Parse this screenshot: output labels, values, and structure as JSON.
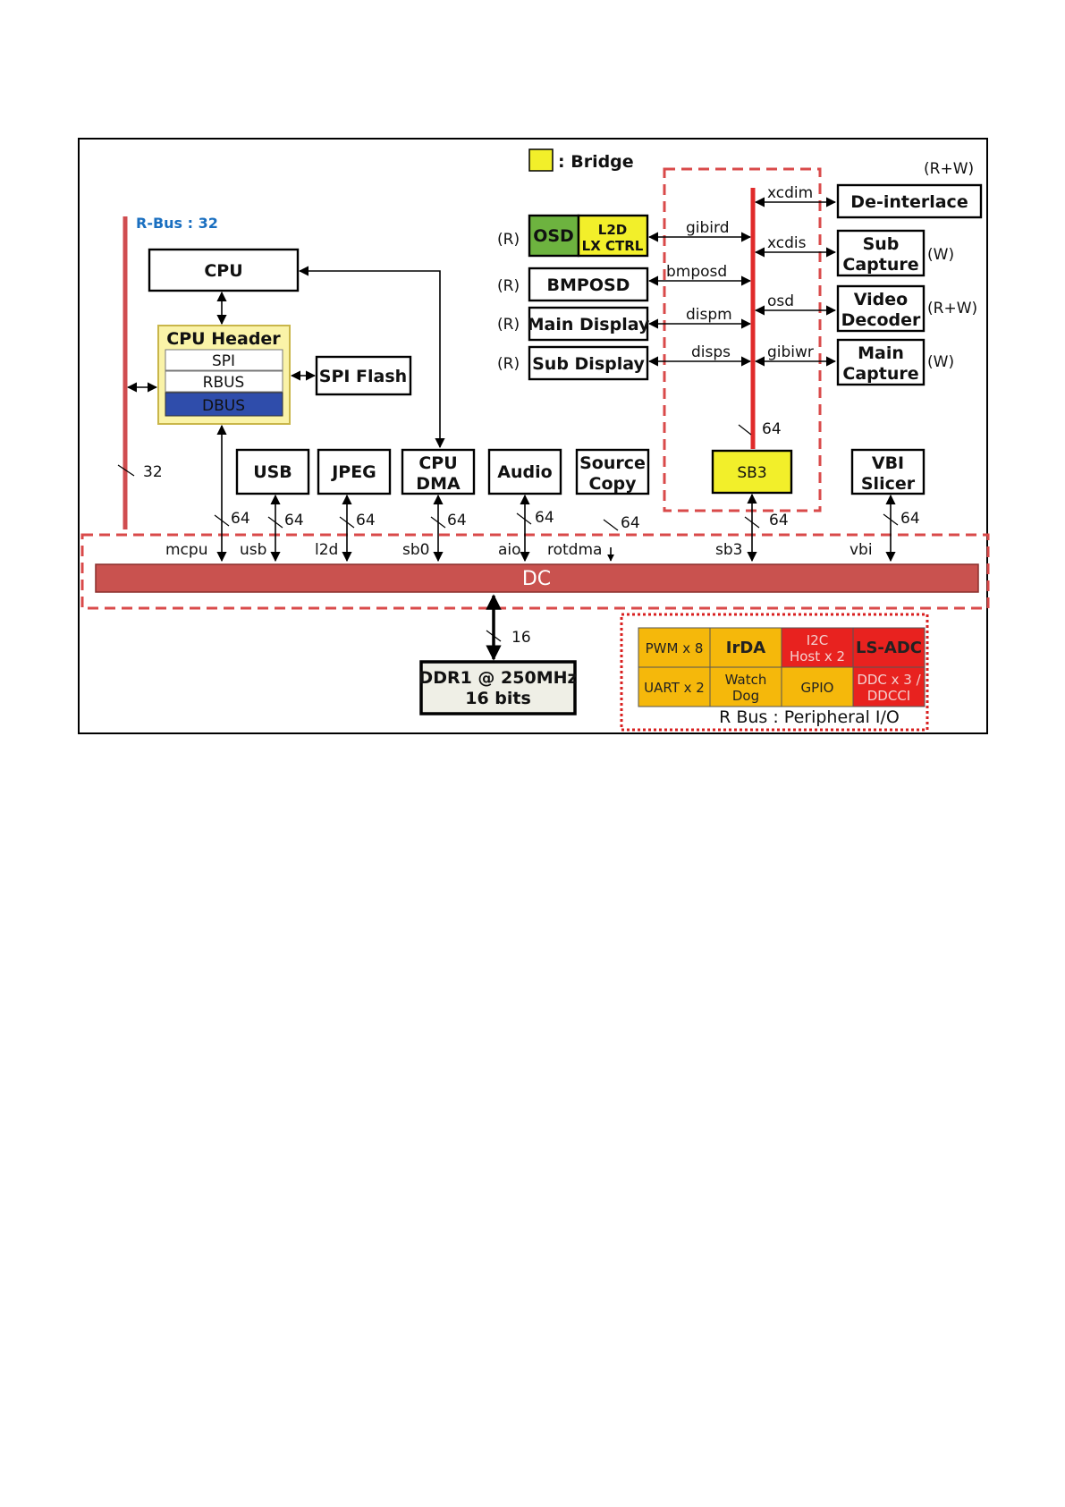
{
  "legend": {
    "label": ": Bridge",
    "color": "#f2ef2a"
  },
  "rbus": {
    "label": "R-Bus : 32",
    "width": "32",
    "color": "#d04d50",
    "label_color": "#1a6fc0"
  },
  "cpu": {
    "label": "CPU"
  },
  "cpu_header": {
    "title": "CPU Header",
    "rows": [
      "SPI",
      "RBUS",
      "DBUS"
    ]
  },
  "spi_flash": {
    "label": "SPI Flash"
  },
  "left_display": {
    "osd": "OSD",
    "l2d_line1": "L2D",
    "l2d_line2": "LX CTRL",
    "bmposd": "BMPOSD",
    "main_display": "Main Display",
    "sub_display": "Sub Display",
    "access_tags": [
      "(R)",
      "(R)",
      "(R)",
      "(R)"
    ],
    "signals": [
      "gibird",
      "bmposd",
      "dispm",
      "disps"
    ]
  },
  "right_display": {
    "deinterlace": "De-interlace",
    "sub_capture": [
      "Sub",
      "Capture"
    ],
    "video_decoder": [
      "Video",
      "Decoder"
    ],
    "main_capture": [
      "Main",
      "Capture"
    ],
    "access_tags": [
      "(R+W)",
      "(W)",
      "(R+W)",
      "(W)"
    ],
    "signals": [
      "xcdim",
      "xcdis",
      "osd",
      "gibiwr"
    ]
  },
  "sb3": {
    "label": "SB3",
    "width": "64"
  },
  "peripherals": [
    {
      "label": "USB"
    },
    {
      "label": "JPEG"
    },
    {
      "label": "CPU",
      "label2": "DMA"
    },
    {
      "label": "Audio"
    },
    {
      "label": "Source",
      "label2": "Copy"
    },
    {
      "label": "VBI",
      "label2": "Slicer"
    }
  ],
  "bus_widths": {
    "mcpu": "64",
    "usb": "64",
    "l2d": "64",
    "sb0": "64",
    "aio": "64",
    "rotdma": "64",
    "sb3": "64",
    "vbi": "64"
  },
  "dc_ports": [
    "mcpu",
    "usb",
    "l2d",
    "sb0",
    "aio",
    "rotdma",
    "sb3",
    "vbi"
  ],
  "dc": {
    "label": "DC",
    "color": "#c9524f"
  },
  "ddr": {
    "line1": "DDR1 @ 250MHz",
    "line2": "16 bits",
    "width": "16"
  },
  "peripheral_io": {
    "title": "R Bus : Peripheral I/O",
    "cells": [
      {
        "text": "PWM x 8",
        "color": "#f5b80b"
      },
      {
        "text": "IrDA",
        "color": "#f5b80b",
        "bold": true
      },
      {
        "text": "I2C\nHost x 2",
        "color": "#e8221f"
      },
      {
        "text": "LS-ADC",
        "color": "#e8221f",
        "bold": true
      },
      {
        "text": "UART x 2",
        "color": "#f5b80b"
      },
      {
        "text": "Watch\nDog",
        "color": "#f5b80b"
      },
      {
        "text": "GPIO",
        "color": "#f5b80b"
      },
      {
        "text": "DDC x 3 /\nDDCCI",
        "color": "#e8221f"
      }
    ]
  },
  "colors": {
    "bridge": "#f2ef2a",
    "osd_green": "#6db33f",
    "cpu_header_bg": "#faf3a8",
    "dbus_blue": "#2f4dab",
    "red_bus": "#e02a2a",
    "dashed_border": "#d94a4a",
    "ddr_bg": "#efefe6"
  }
}
